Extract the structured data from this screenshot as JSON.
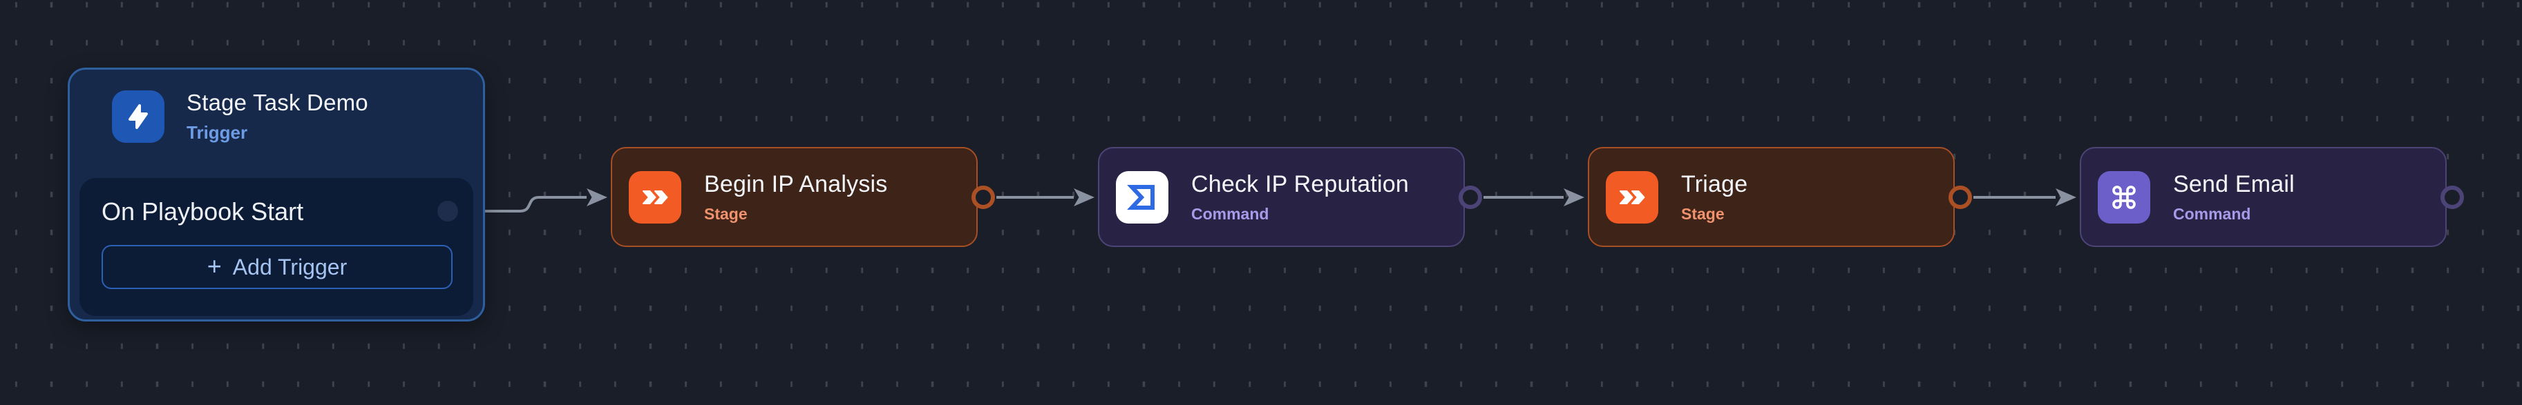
{
  "workflow_canvas": {
    "trigger_card": {
      "title": "Stage Task Demo",
      "type_label": "Trigger",
      "icon": "lightning-icon",
      "trigger_item_label": "On Playbook Start",
      "add_trigger_button": {
        "plus": "+",
        "label": "Add Trigger"
      }
    },
    "nodes": [
      {
        "title": "Begin IP Analysis",
        "type_label": "Stage",
        "icon": "double-chevron-icon",
        "accent_color": "#f25c24"
      },
      {
        "title": "Check IP Reputation",
        "type_label": "Command",
        "icon": "sigma-icon",
        "accent_color": "#2e6ae4"
      },
      {
        "title": "Triage",
        "type_label": "Stage",
        "icon": "double-chevron-icon",
        "accent_color": "#f25c24"
      },
      {
        "title": "Send Email",
        "type_label": "Command",
        "icon": "command-symbol-icon",
        "accent_color": "#6d5fc9"
      }
    ],
    "colors": {
      "canvas_background": "#1a1e29",
      "grid_dash": "#4a4f58",
      "trigger_accent": "#1f57b5",
      "trigger_card_background": "#16294a",
      "trigger_card_border": "#2e5f9f",
      "trigger_type_label": "#6d9ce4",
      "stage_node_background": "#3d2318",
      "stage_node_border": "#a84e24",
      "stage_type_label": "#f0926e",
      "command_node_background": "#282345",
      "command_node_border": "#4c4476",
      "command_type_label": "#a89ae8",
      "connector_line": "#8a92a1",
      "title_text": "#f4f6f9"
    }
  }
}
